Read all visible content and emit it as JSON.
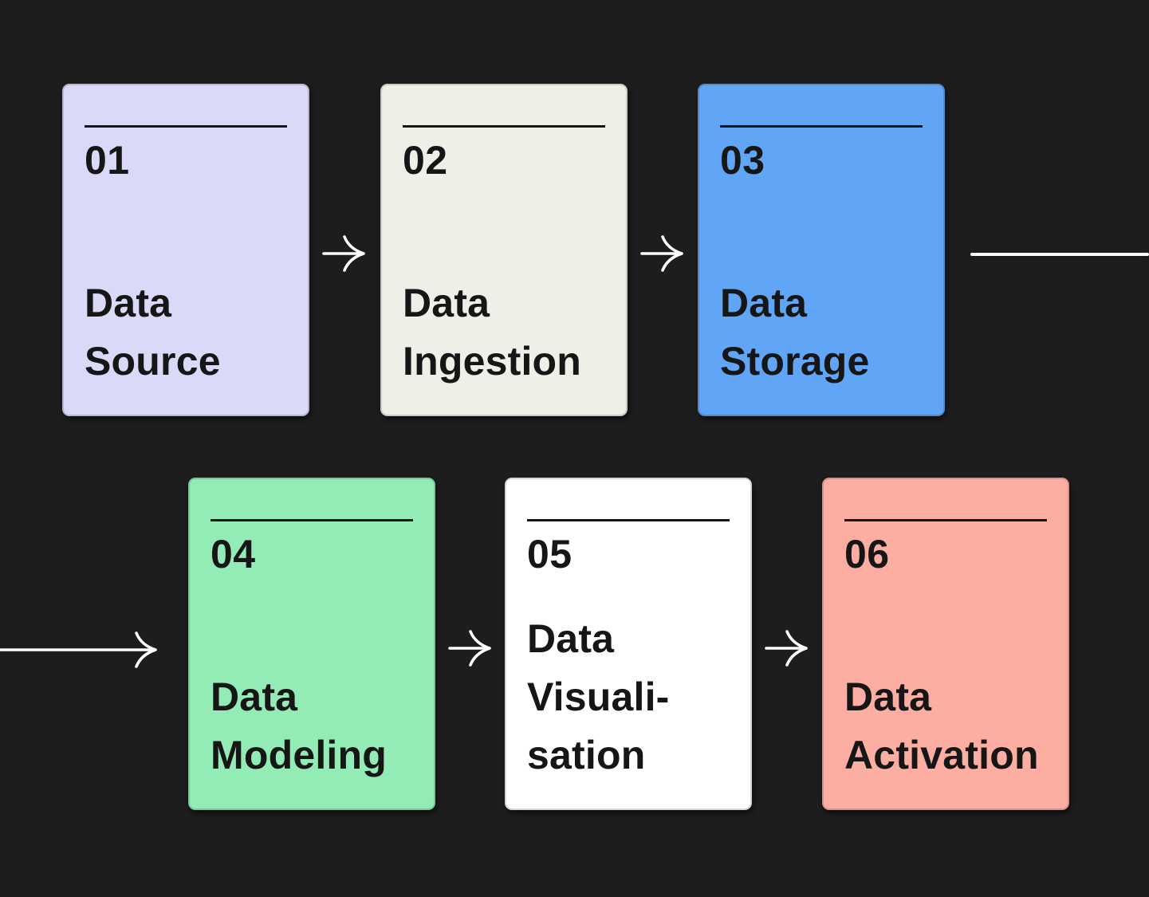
{
  "colors": {
    "background": "#1D1D1D",
    "card_text": "#161616",
    "divider": "#161616",
    "arrow": "#FFFFFF"
  },
  "cards": [
    {
      "number": "01",
      "label": "Data Source",
      "label_lines": [
        "Data",
        "Source"
      ],
      "color": "#DBD9F8"
    },
    {
      "number": "02",
      "label": "Data Ingestion",
      "label_lines": [
        "Data",
        "Ingestion"
      ],
      "color": "#F0EFE7"
    },
    {
      "number": "03",
      "label": "Data Storage",
      "label_lines": [
        "Data",
        "Storage"
      ],
      "color": "#60A5F6"
    },
    {
      "number": "04",
      "label": "Data Modeling",
      "label_lines": [
        "Data",
        "Modeling"
      ],
      "color": "#93ECB5"
    },
    {
      "number": "05",
      "label": "Data Visualisation",
      "label_lines": [
        "Data",
        "Visuali-",
        "sation"
      ],
      "color": "#FFFFFF"
    },
    {
      "number": "06",
      "label": "Data Activation",
      "label_lines": [
        "Data",
        "Activation"
      ],
      "color": "#FDAEA3"
    }
  ],
  "connectors": {
    "row1": [
      "arrow-right between step 01 and 02",
      "arrow-right between step 02 and 03",
      "line exiting right edge after step 03"
    ],
    "row2": [
      "arrow entering from left edge before step 04",
      "arrow-right between step 04 and 05",
      "arrow-right between step 05 and 06"
    ]
  }
}
